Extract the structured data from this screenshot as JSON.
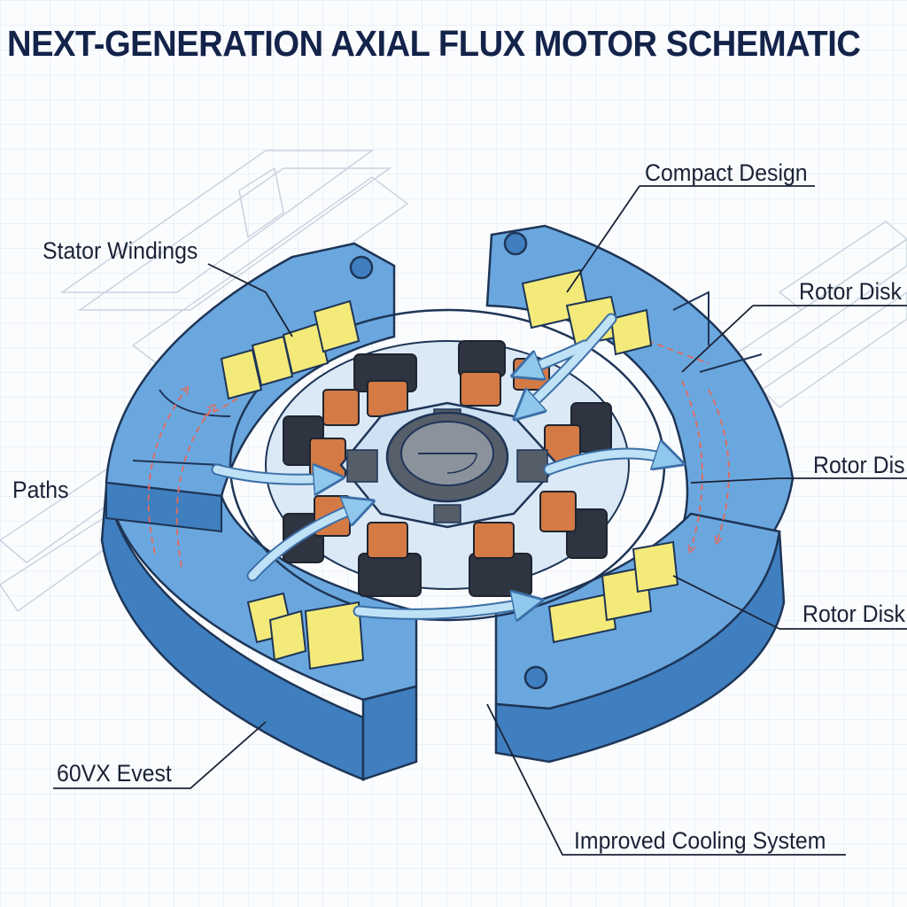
{
  "title": "NEXT-GENERATION AXIAL FLUX MOTOR SCHEMATIC",
  "labels": {
    "stator_windings": "Stator Windings",
    "compact_design": "Compact Design",
    "rotor_disk_1": "Rotor Disk",
    "rotor_disk_2": "Rotor Dis",
    "rotor_disk_3": "Rotor Disk",
    "paths": "Paths",
    "evest": "60VX Evest",
    "cooling": "Improved Cooling System"
  },
  "colors": {
    "housing": "#5f9fdc",
    "housing_dark": "#3f7fc0",
    "winding": "#f3ea7a",
    "copper": "#d47a45",
    "core": "#2f3540",
    "airflow": "#bfe2f6",
    "flux": "#e26a5c"
  }
}
